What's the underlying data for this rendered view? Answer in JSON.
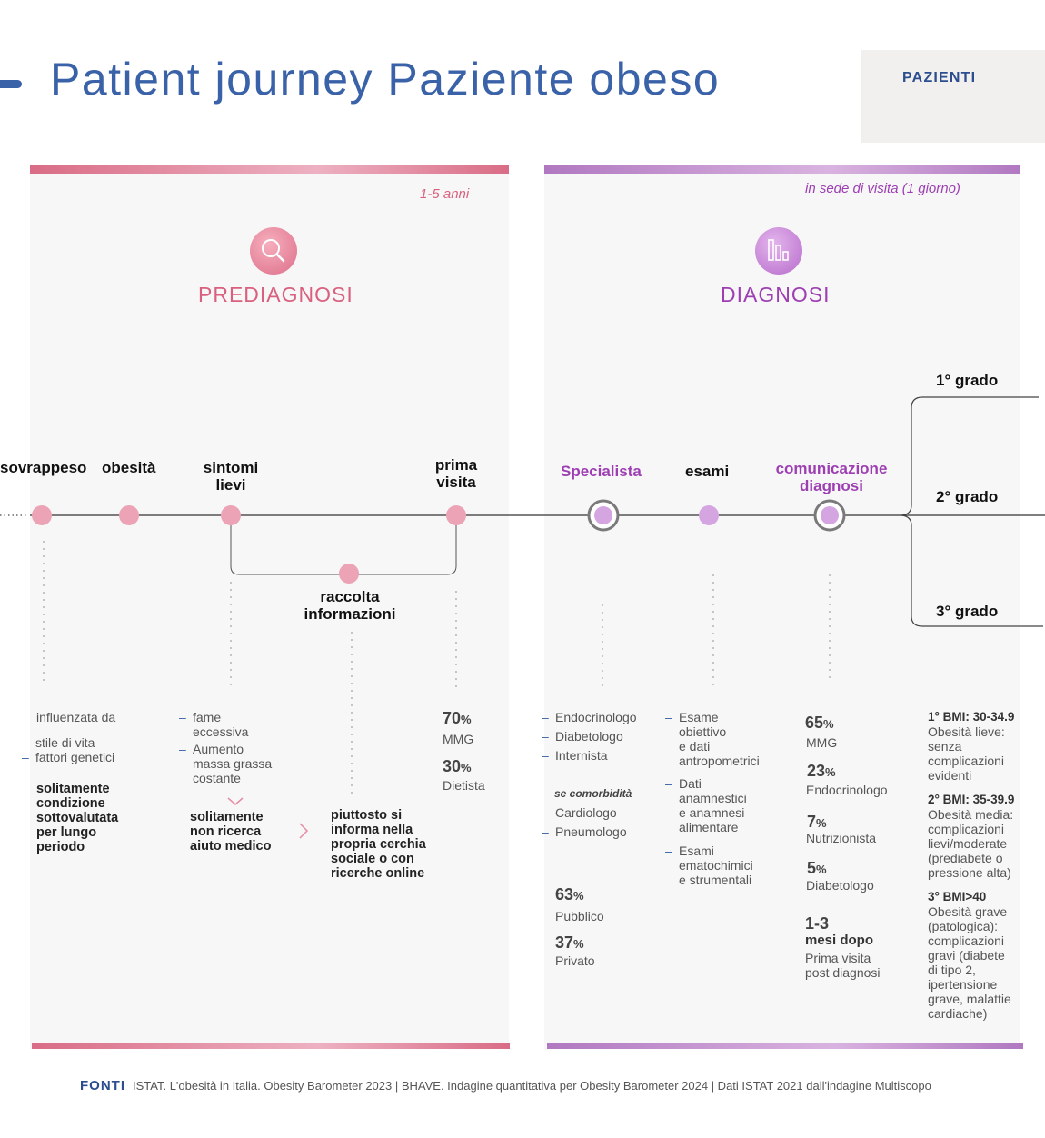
{
  "header": {
    "title": "Patient journey Paziente obeso",
    "tag": "PAZIENTI"
  },
  "prediagnosi": {
    "duration": "1-5 anni",
    "title": "PREDIAGNOSI",
    "icon": "search-icon",
    "color": "#d9607e"
  },
  "diagnosi": {
    "duration": "in sede di visita (1 giorno)",
    "title": "DIAGNOSI",
    "icon": "bar-chart-icon",
    "color": "#9d3fb3"
  },
  "timeline": {
    "sovrappeso": "sovrappeso",
    "obesita": "obesità",
    "sintomi": [
      "sintomi",
      "lievi"
    ],
    "prima_visita": [
      "prima",
      "visita"
    ],
    "raccolta": [
      "raccolta",
      "informazioni"
    ],
    "specialista": "Specialista",
    "esami": "esami",
    "comunicazione": [
      "comunicazione",
      "diagnosi"
    ],
    "grades": [
      "1° grado",
      "2° grado",
      "3° grado"
    ]
  },
  "col_obesita": {
    "intro": "influenzata da",
    "items": [
      "stile di vita",
      "fattori genetici"
    ],
    "bold": [
      "solitamente",
      "condizione",
      "sottovalutata",
      "per lungo",
      "periodo"
    ]
  },
  "col_sintomi": {
    "items": [
      [
        "fame",
        "eccessiva"
      ],
      [
        "Aumento",
        "massa grassa",
        "costante"
      ]
    ],
    "bold": [
      "solitamente",
      "non ricerca",
      "aiuto medico"
    ]
  },
  "col_raccolta": {
    "bold": [
      "piuttosto si",
      "informa nella",
      "propria cerchia",
      "sociale o con",
      "ricerche online"
    ]
  },
  "col_prima_visita": {
    "stats": [
      {
        "value": "70",
        "unit": "%",
        "label": "MMG"
      },
      {
        "value": "30",
        "unit": "%",
        "label": "Dietista"
      }
    ]
  },
  "col_specialista": {
    "items": [
      "Endocrinologo",
      "Diabetologo",
      "Internista"
    ],
    "comorb_label": "se comorbidità",
    "comorb_items": [
      "Cardiologo",
      "Pneumologo"
    ],
    "stats": [
      {
        "value": "63",
        "unit": "%",
        "label": "Pubblico"
      },
      {
        "value": "37",
        "unit": "%",
        "label": "Privato"
      }
    ]
  },
  "col_esami": {
    "items": [
      [
        "Esame",
        "obiettivo",
        "e dati",
        "antropometrici"
      ],
      [
        "Dati",
        "anamnestici",
        "e anamnesi",
        "alimentare"
      ],
      [
        "Esami",
        "ematochimici",
        "e strumentali"
      ]
    ]
  },
  "col_comunicazione": {
    "stats": [
      {
        "value": "65",
        "unit": "%",
        "label": "MMG"
      },
      {
        "value": "23",
        "unit": "%",
        "label": "Endocrinologo"
      },
      {
        "value": "7",
        "unit": "%",
        "label": "Nutrizionista"
      },
      {
        "value": "5",
        "unit": "%",
        "label": "Diabetologo"
      }
    ],
    "time_value": "1-3",
    "time_bold": "mesi dopo",
    "time_sub": [
      "Prima visita",
      "post diagnosi"
    ]
  },
  "col_gradi": [
    {
      "head": "1° BMI: 30-34.9",
      "lines": [
        "Obesità lieve:",
        "senza",
        "complicazioni",
        "evidenti"
      ]
    },
    {
      "head": "2° BMI: 35-39.9",
      "lines": [
        "Obesità media:",
        "complicazioni",
        "lievi/moderate",
        "(prediabete o",
        "pressione alta)"
      ]
    },
    {
      "head": "3° BMI>40",
      "lines": [
        "Obesità grave",
        "(patologica):",
        "complicazioni",
        "gravi (diabete",
        "di tipo 2,",
        "ipertensione",
        "grave, malattie",
        "cardiache)"
      ]
    }
  ],
  "footer": {
    "label": "FONTI",
    "text": "ISTAT. L'obesità in Italia. Obesity Barometer 2023  |  BHAVE. Indagine quantitativa per Obesity Barometer 2024  |  Dati ISTAT 2021 dall'indagine Multiscopo"
  }
}
